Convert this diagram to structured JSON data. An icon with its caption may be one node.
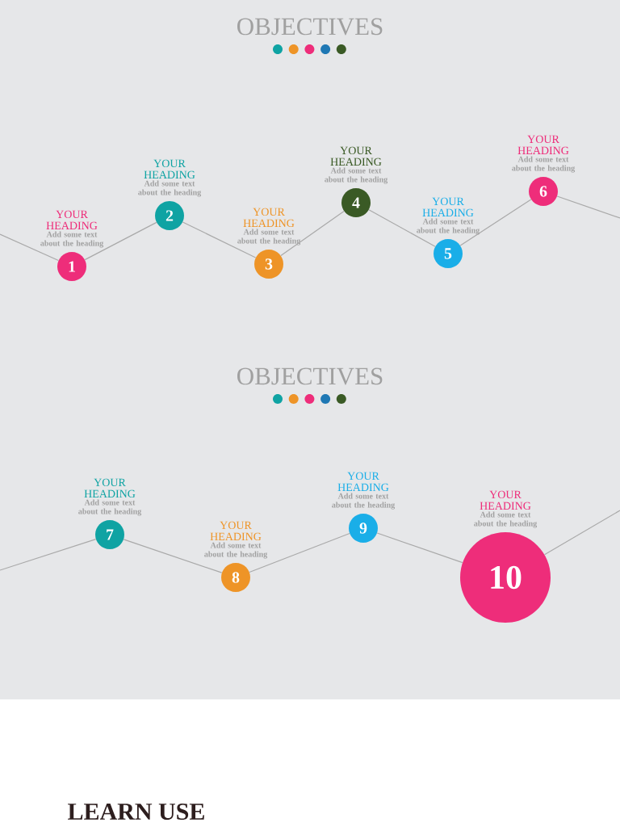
{
  "diagram": {
    "nodes": [
      {
        "text": [
          "1"
        ],
        "beside": [
          "YOUR HEADING",
          "Add some text about the heading"
        ]
      },
      {
        "text": [
          "2"
        ],
        "beside": [
          "YOUR HEADING",
          "Add some text about the heading"
        ]
      },
      {
        "text": [
          "3"
        ],
        "beside": [
          "YOUR HEADING",
          "Add some text about the heading"
        ]
      },
      {
        "text": [
          "4"
        ],
        "beside": [
          "YOUR HEADING",
          "Add some text about the heading"
        ]
      },
      {
        "text": [
          "5"
        ],
        "beside": [
          "YOUR HEADING",
          "Add some text about the heading"
        ]
      },
      {
        "text": [
          "6"
        ],
        "beside": [
          "YOUR HEADING",
          "Add some text about the heading"
        ]
      },
      {
        "text": [
          "7"
        ],
        "beside": [
          "YOUR HEADING",
          "Add some text about the heading"
        ]
      },
      {
        "text": [
          "8"
        ],
        "beside": [
          "YOUR HEADING",
          "Add some text about the heading"
        ]
      },
      {
        "text": [
          "9"
        ],
        "beside": [
          "YOUR HEADING",
          "Add some text about the heading"
        ]
      },
      {
        "text": [
          "10"
        ],
        "beside": [
          "YOUR HEADING",
          "Add some text about the heading"
        ]
      }
    ],
    "edges": [
      {
        "from": null,
        "to": 0,
        "arrow": "none"
      },
      {
        "from": 0,
        "to": 1,
        "arrow": "none"
      },
      {
        "from": 1,
        "to": 2,
        "arrow": "none"
      },
      {
        "from": 2,
        "to": 3,
        "arrow": "none"
      },
      {
        "from": 3,
        "to": 4,
        "arrow": "none"
      },
      {
        "from": 4,
        "to": 5,
        "arrow": "none"
      },
      {
        "from": 5,
        "to": null,
        "arrow": "none"
      },
      {
        "from": null,
        "to": 6,
        "arrow": "none"
      },
      {
        "from": 6,
        "to": 7,
        "arrow": "none"
      },
      {
        "from": 7,
        "to": 8,
        "arrow": "none"
      },
      {
        "from": 8,
        "to": 9,
        "arrow": "none"
      },
      {
        "from": 9,
        "to": null,
        "arrow": "none"
      }
    ],
    "labels": [
      "OBJECTIVES",
      "OBJECTIVES",
      "LEARN USE"
    ]
  }
}
